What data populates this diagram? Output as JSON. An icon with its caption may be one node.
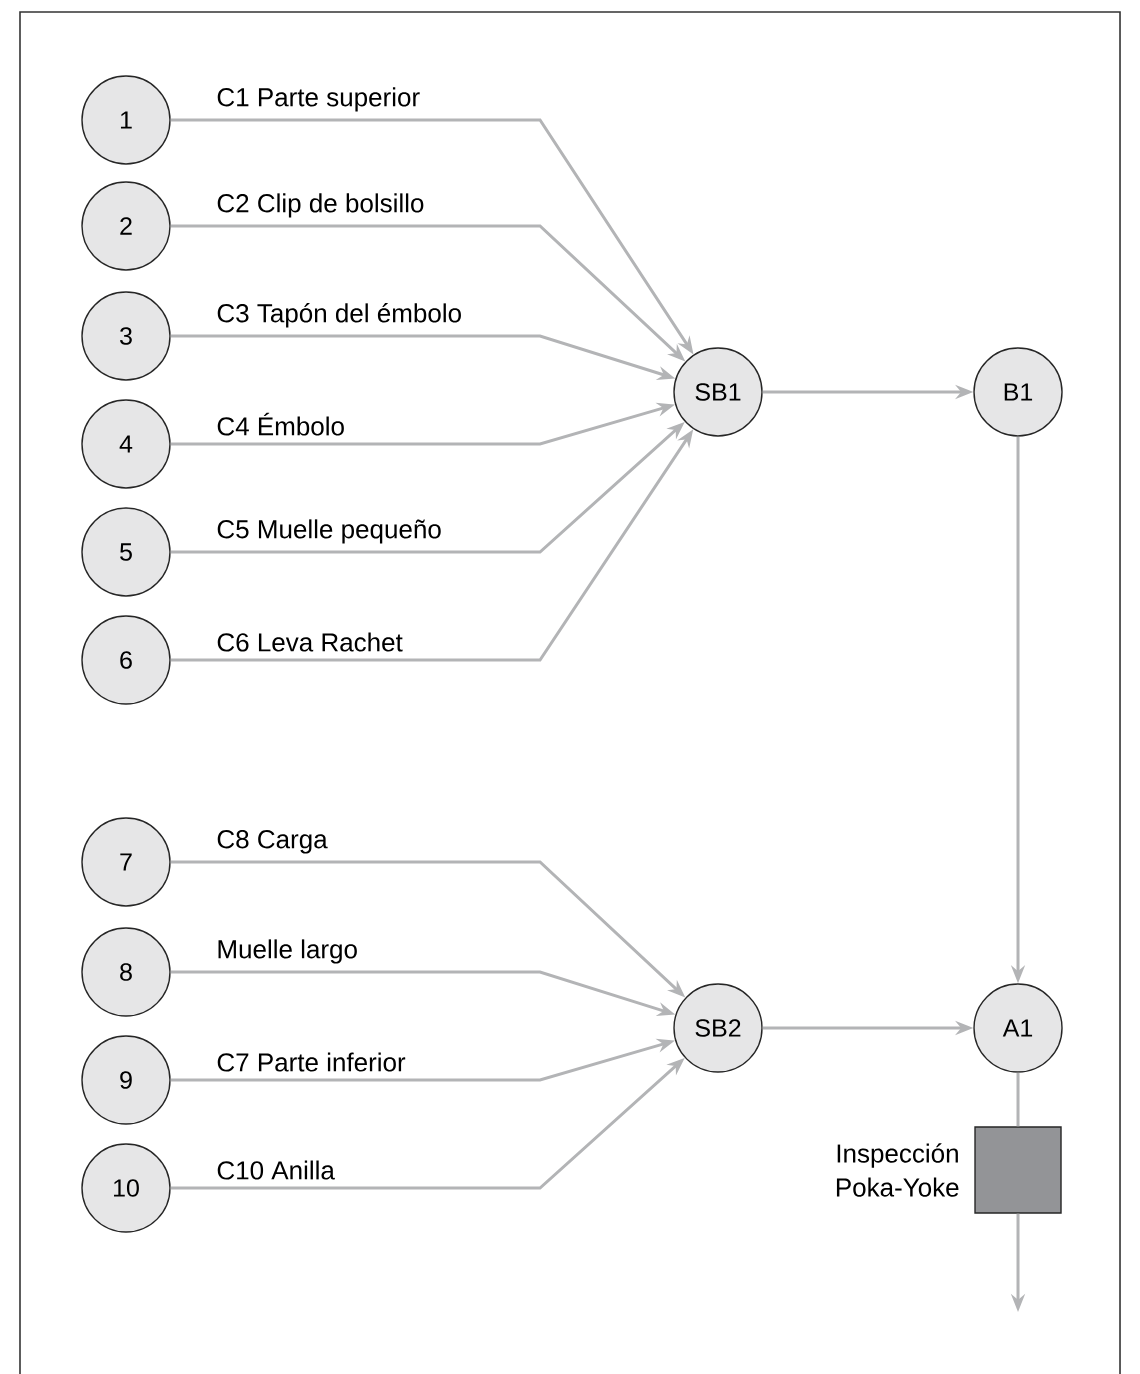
{
  "diagram": {
    "nodes": [
      {
        "text": [
          "1"
        ]
      },
      {
        "text": [
          "2"
        ]
      },
      {
        "text": [
          "3"
        ]
      },
      {
        "text": [
          "4"
        ]
      },
      {
        "text": [
          "5"
        ]
      },
      {
        "text": [
          "6"
        ]
      },
      {
        "text": [
          "7"
        ]
      },
      {
        "text": [
          "8"
        ]
      },
      {
        "text": [
          "9"
        ]
      },
      {
        "text": [
          "10"
        ]
      },
      {
        "text": [
          "SB1"
        ]
      },
      {
        "text": [
          "B1"
        ]
      },
      {
        "text": [
          "SB2"
        ]
      },
      {
        "text": [
          "A1"
        ]
      },
      {
        "text": [],
        "shape": "box",
        "beside": [
          "Inspección Poka-Yoke"
        ]
      }
    ],
    "edges": [
      {
        "from": 0,
        "to": 10,
        "arrow": "to",
        "label": "C1 Parte superior"
      },
      {
        "from": 1,
        "to": 10,
        "arrow": "to",
        "label": "C2 Clip de bolsillo"
      },
      {
        "from": 2,
        "to": 10,
        "arrow": "to",
        "label": "C3 Tapón del émbolo"
      },
      {
        "from": 3,
        "to": 10,
        "arrow": "to",
        "label": "C4 Émbolo"
      },
      {
        "from": 4,
        "to": 10,
        "arrow": "to",
        "label": "C5 Muelle pequeño"
      },
      {
        "from": 5,
        "to": 10,
        "arrow": "to",
        "label": "C6 Leva Rachet"
      },
      {
        "from": 10,
        "to": 11,
        "arrow": "to"
      },
      {
        "from": 11,
        "to": 13,
        "arrow": "to"
      },
      {
        "from": 6,
        "to": 12,
        "arrow": "to",
        "label": "C8 Carga"
      },
      {
        "from": 7,
        "to": 12,
        "arrow": "to",
        "label": "Muelle largo"
      },
      {
        "from": 8,
        "to": 12,
        "arrow": "to",
        "label": "C7 Parte inferior"
      },
      {
        "from": 9,
        "to": 12,
        "arrow": "to",
        "label": "C10 Anilla"
      },
      {
        "from": 12,
        "to": 13,
        "arrow": "to"
      },
      {
        "from": 13,
        "to": 14,
        "arrow": "none"
      },
      {
        "from": 14,
        "to": null,
        "arrow": "to"
      }
    ]
  }
}
